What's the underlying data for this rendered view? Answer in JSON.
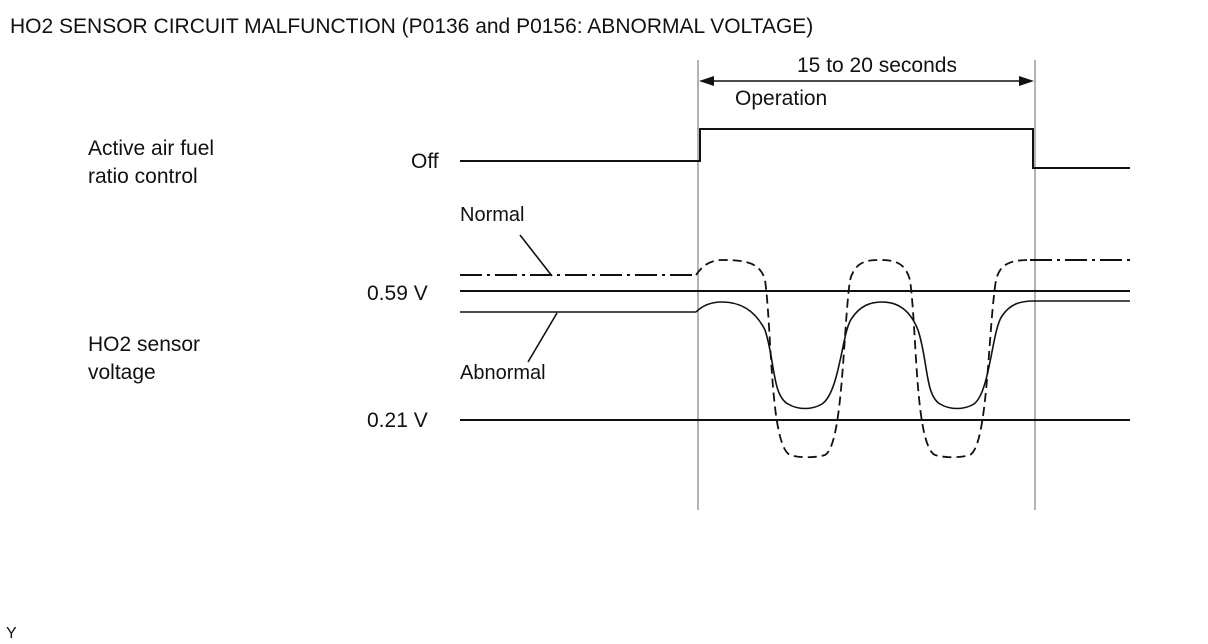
{
  "title": "HO2 SENSOR CIRCUIT MALFUNCTION (P0136 and P0156: ABNORMAL VOLTAGE)",
  "duration_label": "15 to 20 seconds",
  "operation_label": "Operation",
  "active_control": {
    "label_line1": "Active air fuel",
    "label_line2": "ratio control",
    "off_label": "Off"
  },
  "sensor": {
    "label_line1": "HO2 sensor",
    "label_line2": "voltage",
    "upper_threshold": "0.59 V",
    "lower_threshold": "0.21 V",
    "normal_label": "Normal",
    "abnormal_label": "Abnormal"
  },
  "footer_mark": "Y",
  "colors": {
    "ink": "#111111",
    "guide": "#9a9a9a",
    "background": "#ffffff"
  }
}
